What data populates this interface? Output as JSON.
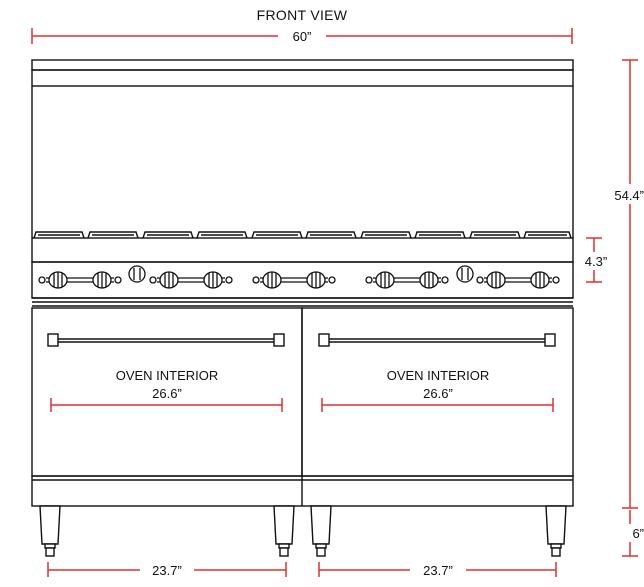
{
  "view_title": "FRONT VIEW",
  "dimensions": {
    "overall_width": "60”",
    "overall_height": "54.4”",
    "manifold_height": "4.3”",
    "leg_height": "6”",
    "left_leg_span": "23.7”",
    "right_leg_span": "23.7”"
  },
  "ovens": [
    {
      "label": "OVEN INTERIOR",
      "width": "26.6”"
    },
    {
      "label": "OVEN INTERIOR",
      "width": "26.6”"
    }
  ],
  "colors": {
    "line": "#111111",
    "dimension": "#e03030"
  }
}
